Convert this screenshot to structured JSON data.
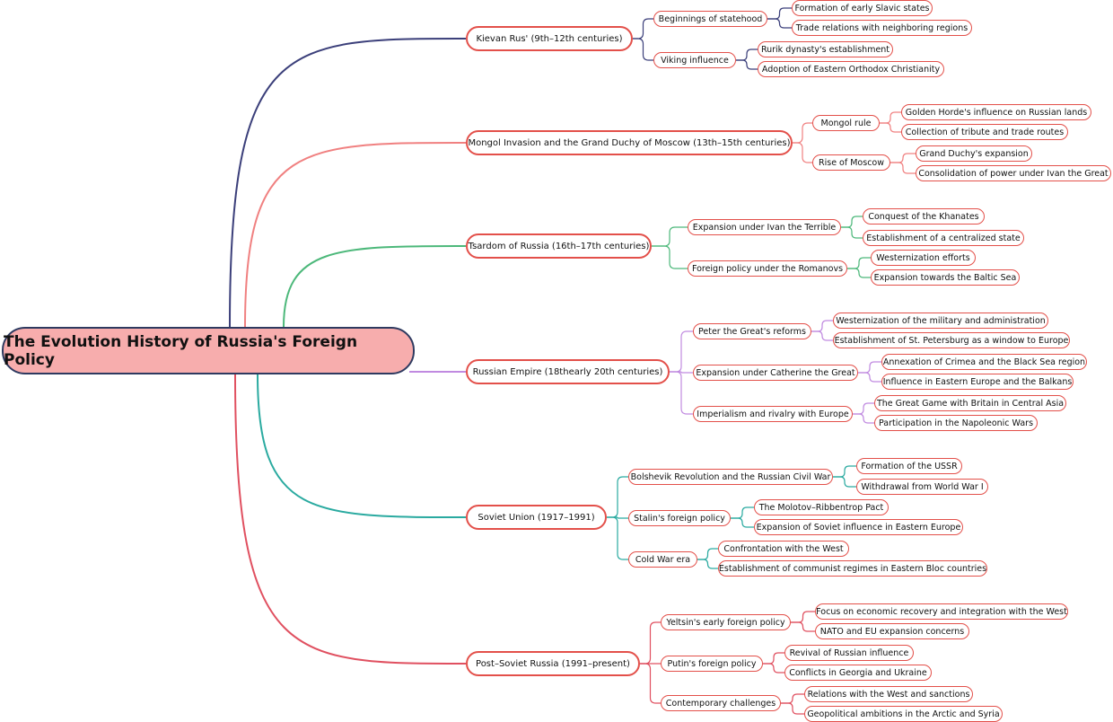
{
  "title": "The Evolution History of Russia's Foreign Policy",
  "branches": [
    {
      "label": "Kievan Rus' (9th–12th centuries)",
      "color": "#3b3f7a",
      "children": [
        {
          "label": "Beginnings of statehood",
          "children": [
            "Formation of early Slavic states",
            "Trade relations with neighboring regions"
          ]
        },
        {
          "label": "Viking influence",
          "children": [
            "Rurik dynasty's establishment",
            "Adoption of Eastern Orthodox Christianity"
          ]
        }
      ]
    },
    {
      "label": "Mongol Invasion and the Grand Duchy of Moscow (13th–15th centuries)",
      "color": "#f08080",
      "children": [
        {
          "label": "Mongol rule",
          "children": [
            "Golden Horde's influence on Russian lands",
            "Collection of tribute and trade routes"
          ]
        },
        {
          "label": "Rise of Moscow",
          "children": [
            "Grand Duchy's expansion",
            "Consolidation of power under Ivan the Great"
          ]
        }
      ]
    },
    {
      "label": "Tsardom of Russia (16th–17th centuries)",
      "color": "#4cb87a",
      "children": [
        {
          "label": "Expansion under Ivan the Terrible",
          "children": [
            "Conquest of the Khanates",
            "Establishment of a centralized state"
          ]
        },
        {
          "label": "Foreign policy under the Romanovs",
          "children": [
            "Westernization efforts",
            "Expansion towards the Baltic Sea"
          ]
        }
      ]
    },
    {
      "label": "Russian Empire (18thearly 20th centuries)",
      "color": "#c08ae0",
      "children": [
        {
          "label": "Peter the Great's reforms",
          "children": [
            "Westernization of the military and administration",
            "Establishment of St. Petersburg as a window to Europe"
          ]
        },
        {
          "label": "Expansion under Catherine the Great",
          "children": [
            "Annexation of Crimea and the Black Sea region",
            "Influence in Eastern Europe and the Balkans"
          ]
        },
        {
          "label": "Imperialism and rivalry with Europe",
          "children": [
            "The Great Game with Britain in Central Asia",
            "Participation in the Napoleonic Wars"
          ]
        }
      ]
    },
    {
      "label": "Soviet Union (1917–1991)",
      "color": "#2aaaa0",
      "children": [
        {
          "label": "Bolshevik Revolution and the Russian Civil War",
          "children": [
            "Formation of the USSR",
            "Withdrawal from World War I"
          ]
        },
        {
          "label": "Stalin's foreign policy",
          "children": [
            "The Molotov–Ribbentrop Pact",
            "Expansion of Soviet influence in Eastern Europe"
          ]
        },
        {
          "label": "Cold War era",
          "children": [
            "Confrontation with the West",
            "Establishment of communist regimes in Eastern Bloc countries"
          ]
        }
      ]
    },
    {
      "label": "Post–Soviet Russia (1991–present)",
      "color": "#e05060",
      "children": [
        {
          "label": "Yeltsin's early foreign policy",
          "children": [
            "Focus on economic recovery and integration with the West",
            "NATO and EU expansion concerns"
          ]
        },
        {
          "label": "Putin's foreign policy",
          "children": [
            "Revival of Russian influence",
            "Conflicts in Georgia and Ukraine"
          ]
        },
        {
          "label": "Contemporary challenges",
          "children": [
            "Relations with the West and sanctions",
            "Geopolitical ambitions in the Arctic and Syria"
          ]
        }
      ]
    }
  ]
}
